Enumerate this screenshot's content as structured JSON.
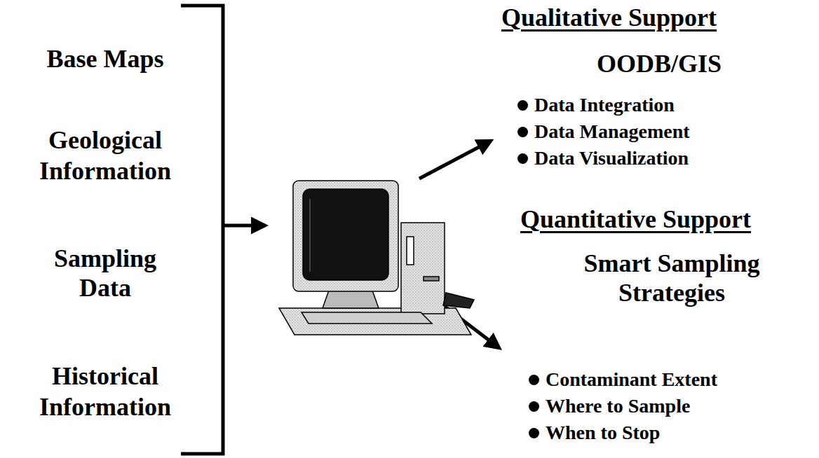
{
  "diagram": {
    "labels": [
      "Base Maps",
      "Geological Information",
      "Sampling Data",
      "Historical Information",
      "Qualitative Support",
      "OODB/GIS",
      "Data Integration",
      "Data Management",
      "Data Visualization",
      "Quantitative Support",
      "Smart Sampling Strategies",
      "Contaminant Extent",
      "Where to Sample",
      "When to Stop"
    ]
  }
}
